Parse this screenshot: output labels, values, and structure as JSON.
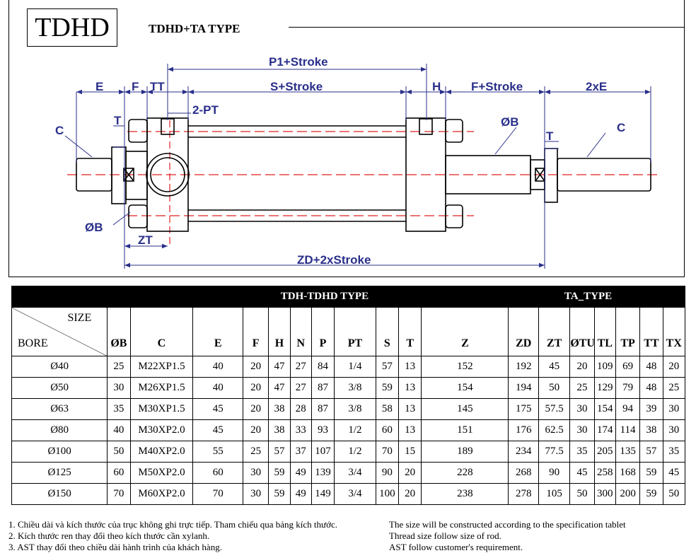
{
  "header": {
    "brand": "TDHD",
    "type_title": "TDHD+TA    TYPE"
  },
  "drawing": {
    "labels": {
      "p1_stroke": "P1+Stroke",
      "e": "E",
      "f": "F",
      "tt": "TT",
      "s_stroke": "S+Stroke",
      "h": "H",
      "f_stroke": "F+Stroke",
      "two_e": "2xE",
      "c_left": "C",
      "c_right": "C",
      "t_left": "T",
      "t_right": "T",
      "two_pt": "2-PT",
      "ob_right": "ØB",
      "ob_left": "ØB",
      "zt": "ZT",
      "zd_stroke": "ZD+2xStroke"
    },
    "colors": {
      "dimension": "#2a2f8a",
      "centerline": "#e02020",
      "outline": "#000000"
    }
  },
  "table": {
    "band_left": "TDH-TDHD TYPE",
    "band_right": "TA_TYPE",
    "size_label": "SIZE",
    "bore_label": "BORE",
    "columns": [
      "ØB",
      "C",
      "E",
      "F",
      "H",
      "N",
      "P",
      "PT",
      "S",
      "T",
      "Z",
      "ZD",
      "ZT",
      "ØTU",
      "TL",
      "TP",
      "TT",
      "TX"
    ],
    "rows": [
      [
        "Ø40",
        "25",
        "M22XP1.5",
        "40",
        "20",
        "47",
        "27",
        "84",
        "1/4",
        "57",
        "13",
        "152",
        "192",
        "45",
        "20",
        "109",
        "69",
        "48",
        "20"
      ],
      [
        "Ø50",
        "30",
        "M26XP1.5",
        "40",
        "20",
        "47",
        "27",
        "87",
        "3/8",
        "59",
        "13",
        "154",
        "194",
        "50",
        "25",
        "129",
        "79",
        "48",
        "25"
      ],
      [
        "Ø63",
        "35",
        "M30XP1.5",
        "45",
        "20",
        "38",
        "28",
        "87",
        "3/8",
        "58",
        "13",
        "145",
        "175",
        "57.5",
        "30",
        "154",
        "94",
        "39",
        "30"
      ],
      [
        "Ø80",
        "40",
        "M30XP2.0",
        "45",
        "20",
        "38",
        "33",
        "93",
        "1/2",
        "60",
        "13",
        "151",
        "176",
        "62.5",
        "30",
        "174",
        "114",
        "38",
        "30"
      ],
      [
        "Ø100",
        "50",
        "M40XP2.0",
        "55",
        "25",
        "57",
        "37",
        "107",
        "1/2",
        "70",
        "15",
        "189",
        "234",
        "77.5",
        "35",
        "205",
        "135",
        "57",
        "35"
      ],
      [
        "Ø125",
        "60",
        "M50XP2.0",
        "60",
        "30",
        "59",
        "49",
        "139",
        "3/4",
        "90",
        "20",
        "228",
        "268",
        "90",
        "45",
        "258",
        "168",
        "59",
        "45"
      ],
      [
        "Ø150",
        "70",
        "M60XP2.0",
        "70",
        "30",
        "59",
        "49",
        "149",
        "3/4",
        "100",
        "20",
        "238",
        "278",
        "105",
        "50",
        "300",
        "200",
        "59",
        "50"
      ]
    ]
  },
  "notes": {
    "vi": [
      "1. Chiều dài và kích thước của trục không ghi trực tiếp. Tham chiếu qua bảng kích thước.",
      "2. Kích thước ren thay đổi theo kích thước cần xylanh.",
      "3. AST thay đổi theo chiều dài hành trình của khách hàng."
    ],
    "en": [
      "The size will be constructed according to the specification tablet",
      "Thread size follow size of rod.",
      "AST follow customer's requirement."
    ]
  }
}
